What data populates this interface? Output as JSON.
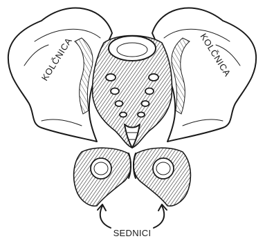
{
  "labels": {
    "left_ilium": "KOLČNICA",
    "right_ilium": "KOLČNICA",
    "ischium": "SEDNICI"
  },
  "colors": {
    "ink": "#1a1a1a",
    "paper": "#ffffff"
  }
}
